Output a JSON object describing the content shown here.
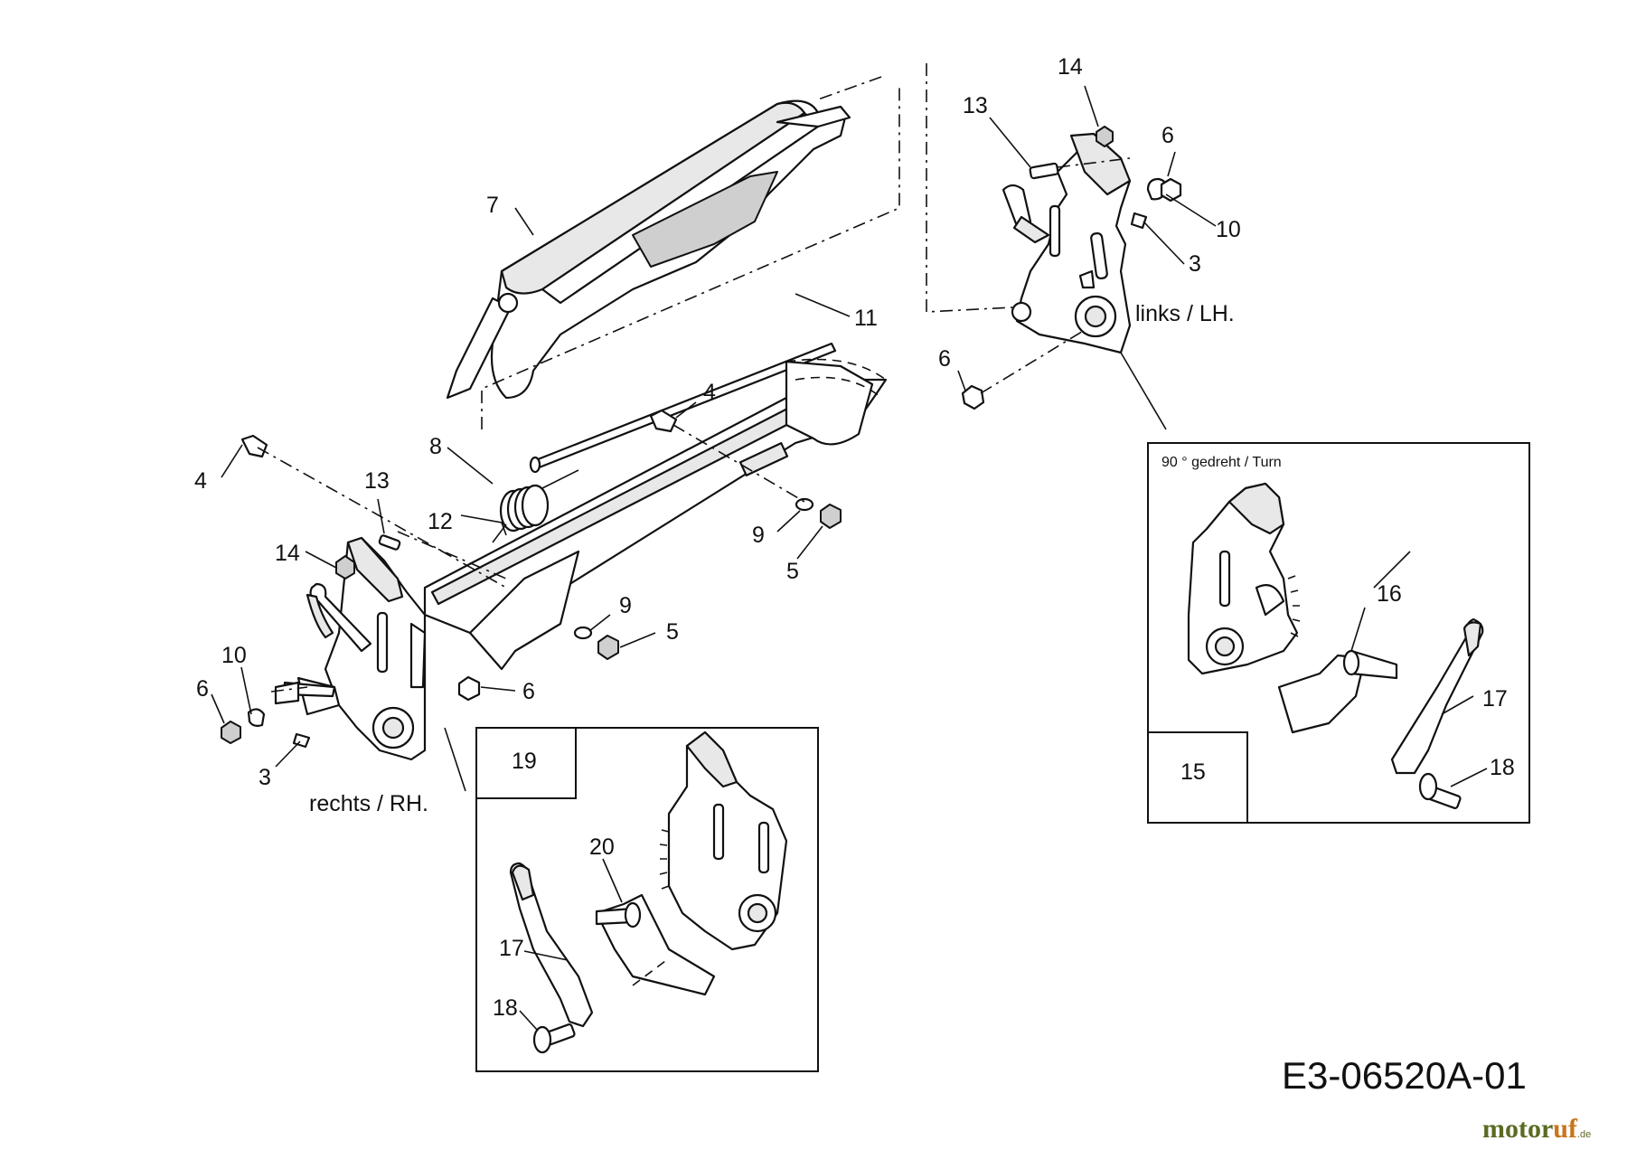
{
  "diagram_code": "E3-06520A-01",
  "notes": {
    "left_side": "links / LH.",
    "right_side": "rechts / RH.",
    "turn": "90 ° gedreht / Turn"
  },
  "boxes": {
    "box_15": "15",
    "box_19": "19"
  },
  "callouts": [
    {
      "id": "c14a",
      "text": "14"
    },
    {
      "id": "c13a",
      "text": "13"
    },
    {
      "id": "c6a",
      "text": "6"
    },
    {
      "id": "c10a",
      "text": "10"
    },
    {
      "id": "c3a",
      "text": "3"
    },
    {
      "id": "c7",
      "text": "7"
    },
    {
      "id": "c11",
      "text": "11"
    },
    {
      "id": "c6b",
      "text": "6"
    },
    {
      "id": "c4a",
      "text": "4"
    },
    {
      "id": "c8",
      "text": "8"
    },
    {
      "id": "c4b",
      "text": "4"
    },
    {
      "id": "c13b",
      "text": "13"
    },
    {
      "id": "c12",
      "text": "12"
    },
    {
      "id": "c9a",
      "text": "9"
    },
    {
      "id": "c5a",
      "text": "5"
    },
    {
      "id": "c14b",
      "text": "14"
    },
    {
      "id": "c9b",
      "text": "9"
    },
    {
      "id": "c5b",
      "text": "5"
    },
    {
      "id": "c10b",
      "text": "10"
    },
    {
      "id": "c6c",
      "text": "6"
    },
    {
      "id": "c6d",
      "text": "6"
    },
    {
      "id": "c3b",
      "text": "3"
    },
    {
      "id": "c16",
      "text": "16"
    },
    {
      "id": "c17a",
      "text": "17"
    },
    {
      "id": "c18a",
      "text": "18"
    },
    {
      "id": "c20",
      "text": "20"
    },
    {
      "id": "c17b",
      "text": "17"
    },
    {
      "id": "c18b",
      "text": "18"
    }
  ],
  "logo": {
    "part1": "motor",
    "part2": "uf",
    "suffix": ".de"
  }
}
